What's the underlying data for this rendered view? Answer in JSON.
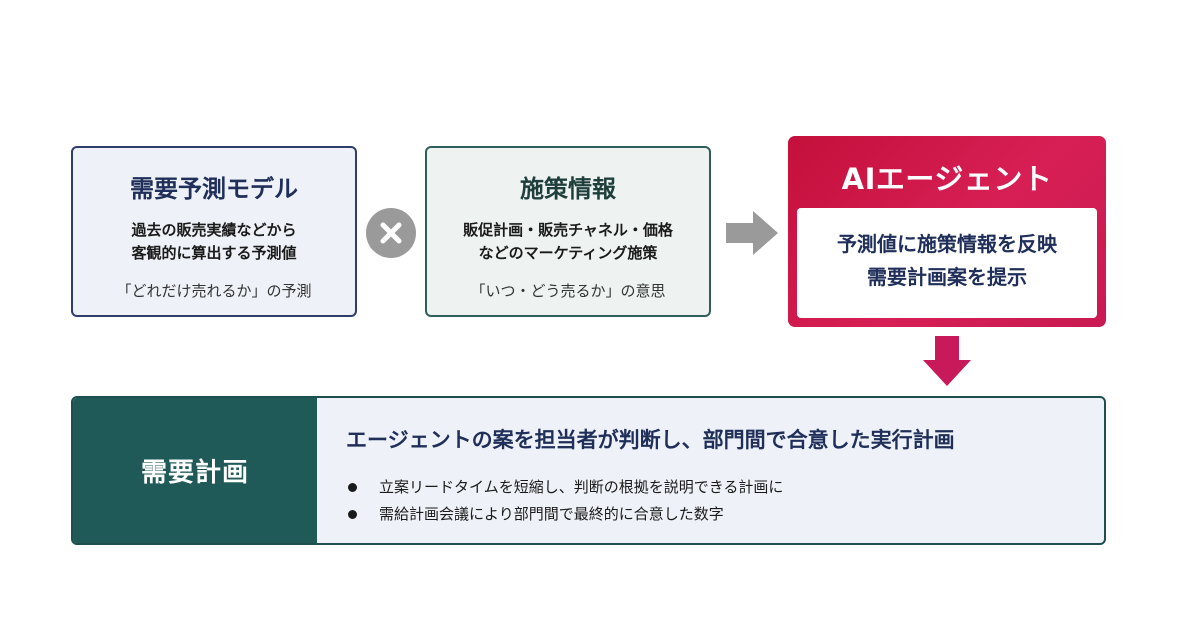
{
  "demand_model": {
    "title": "需要予測モデル",
    "body_lines": [
      "過去の販売実績などから",
      "客観的に算出する予測値"
    ],
    "note": "「どれだけ売れるか」の予測"
  },
  "policy_info": {
    "title": "施策情報",
    "body_lines": [
      "販促計画・販売チャネル・価格",
      "などのマーケティング施策"
    ],
    "note": "「いつ・どう売るか」の意思"
  },
  "ai_agent": {
    "title": "AIエージェント",
    "body_lines": [
      "予測値に施策情報を反映",
      "需要計画案を提示"
    ]
  },
  "demand_plan": {
    "label": "需要計画",
    "heading": "エージェントの案を担当者が判断し、部門間で合意した実行計画",
    "bullets": [
      "立案リードタイムを短縮し、判断の根拠を説明できる計画に",
      "需給計画会議により部門間で最終的に合意した数字"
    ]
  },
  "colors": {
    "navy": "#1f2f5a",
    "teal": "#1f5a58",
    "accent": "#c4103b",
    "gray_arrow": "#9a9a9a",
    "pink_arrow": "#c8195a"
  },
  "icons": {
    "times": "times-icon",
    "arrow_right": "arrow-right-icon",
    "arrow_down": "arrow-down-icon"
  }
}
